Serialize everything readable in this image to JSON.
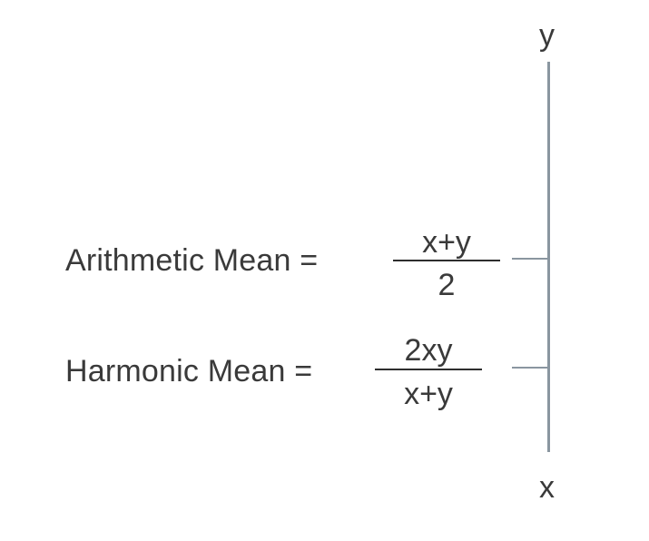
{
  "axis": {
    "top_label": "y",
    "bottom_label": "x",
    "line_color": "#8a96a0"
  },
  "arithmetic": {
    "label": "Arithmetic Mean =",
    "numerator": "x+y",
    "denominator": "2"
  },
  "harmonic": {
    "label": "Harmonic Mean =",
    "numerator": "2xy",
    "denominator": "x+y"
  },
  "colors": {
    "text": "#3a3a3a",
    "fraction_bar": "#2e2e2e",
    "background": "#ffffff"
  }
}
